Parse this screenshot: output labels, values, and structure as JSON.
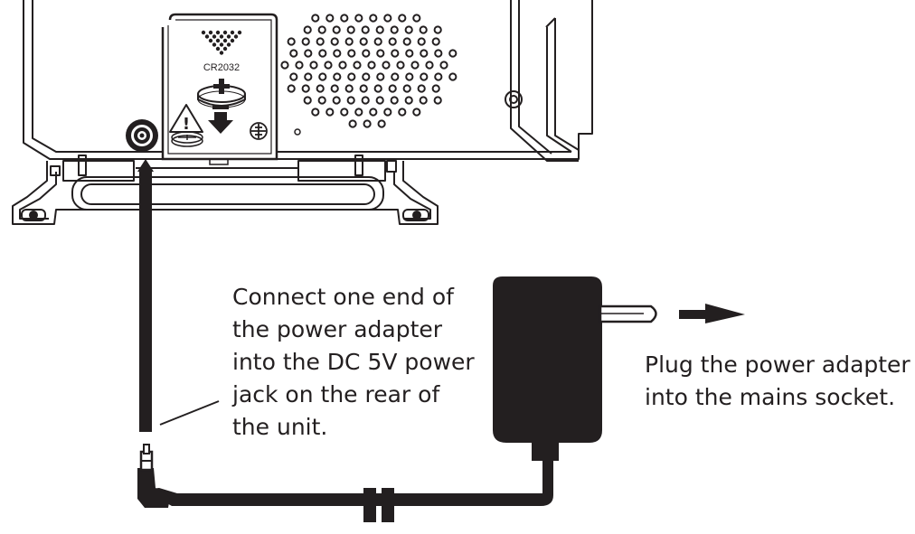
{
  "battery_compartment": {
    "battery_type": "CR2032",
    "plus_symbol": "+",
    "minus_symbol": "−",
    "warning_symbol": "!"
  },
  "callouts": {
    "jack_instruction": {
      "lines": [
        "Connect one end of",
        "the power adapter",
        "into the DC 5V power",
        "jack on the rear of",
        "the unit."
      ]
    },
    "mains_instruction": {
      "lines": [
        "Plug the power adapter",
        "into the mains socket."
      ]
    }
  },
  "icons": {
    "battery": "coin-cell-battery-icon",
    "warning": "warning-triangle-icon",
    "direction": "insert-arrow-icon",
    "screw": "screw-icon"
  },
  "colors": {
    "ink": "#231f20",
    "paper": "#ffffff"
  }
}
